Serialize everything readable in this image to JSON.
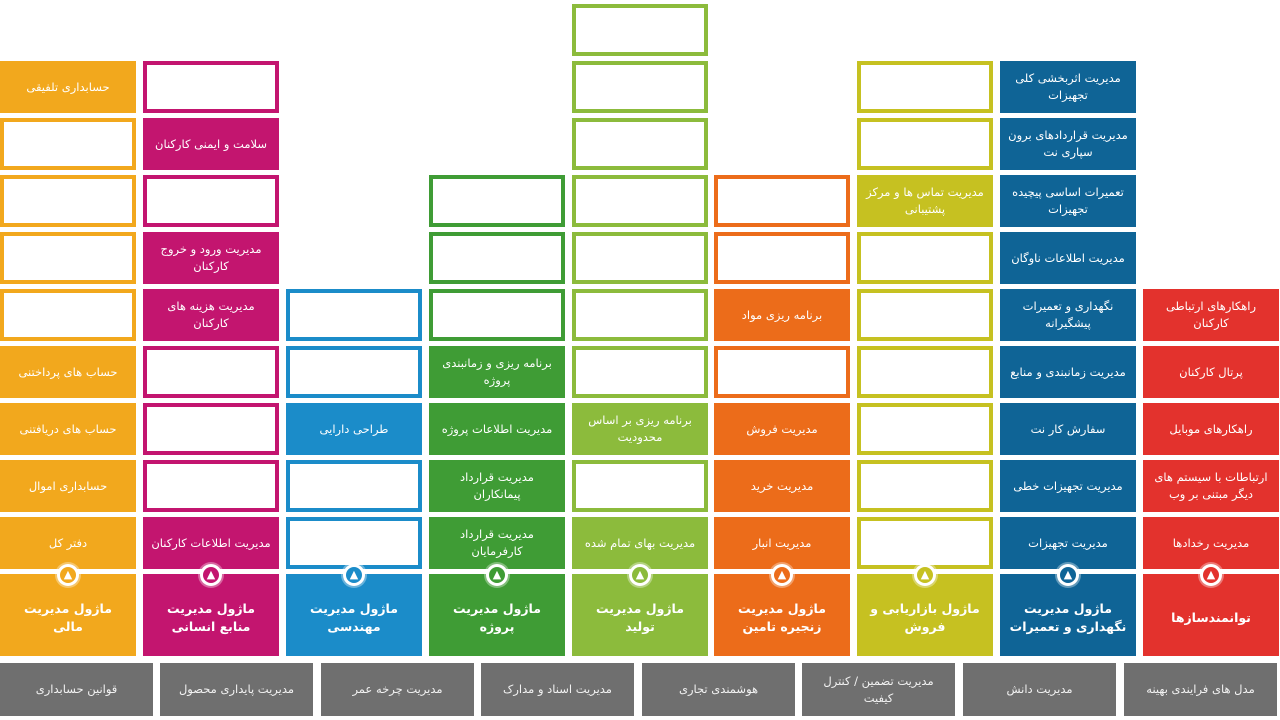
{
  "columns": [
    {
      "key": "finance",
      "color": "#f2a81d",
      "header": "ماژول مدیریت مالی",
      "cells": [
        {
          "text": "حسابداری تلفیقی",
          "filled": true
        },
        {
          "text": "",
          "filled": false
        },
        {
          "text": "",
          "filled": false
        },
        {
          "text": "",
          "filled": false
        },
        {
          "text": "",
          "filled": false
        },
        {
          "text": "حساب های پرداختنی",
          "filled": true
        },
        {
          "text": "حساب های دریافتنی",
          "filled": true
        },
        {
          "text": "حسابداری اموال",
          "filled": true
        },
        {
          "text": "دفتر کل",
          "filled": true
        }
      ]
    },
    {
      "key": "hr",
      "color": "#c3156f",
      "header": "ماژول مدیریت منابع انسانی",
      "cells": [
        {
          "text": "",
          "filled": false
        },
        {
          "text": "سلامت و ایمنی کارکنان",
          "filled": true
        },
        {
          "text": "",
          "filled": false
        },
        {
          "text": "مدیریت ورود و خروج کارکنان",
          "filled": true
        },
        {
          "text": "مدیریت هزینه های کارکنان",
          "filled": true
        },
        {
          "text": "",
          "filled": false
        },
        {
          "text": "",
          "filled": false
        },
        {
          "text": "",
          "filled": false
        },
        {
          "text": "مدیریت اطلاعات کارکنان",
          "filled": true
        }
      ]
    },
    {
      "key": "engineering",
      "color": "#1b8cc9",
      "header": "ماژول مدیریت مهندسی",
      "cells": [
        {
          "text": "",
          "filled": false
        },
        {
          "text": "",
          "filled": false
        },
        {
          "text": "طراحی دارایی",
          "filled": true
        },
        {
          "text": "",
          "filled": false
        },
        {
          "text": "",
          "filled": false
        }
      ]
    },
    {
      "key": "project",
      "color": "#3f9c35",
      "header": "ماژول مدیریت پروژه",
      "cells": [
        {
          "text": "",
          "filled": false
        },
        {
          "text": "",
          "filled": false
        },
        {
          "text": "",
          "filled": false
        },
        {
          "text": "برنامه ریزی و زمانبندی پروژه",
          "filled": true
        },
        {
          "text": "مدیریت اطلاعات پروژه",
          "filled": true
        },
        {
          "text": "مدیریت قرارداد پیمانکاران",
          "filled": true
        },
        {
          "text": "مدیریت قرارداد کارفرمایان",
          "filled": true
        }
      ]
    },
    {
      "key": "production",
      "color": "#8cbb3c",
      "header": "ماژول مدیریت تولید",
      "cells": [
        {
          "text": "",
          "filled": false
        },
        {
          "text": "",
          "filled": false
        },
        {
          "text": "",
          "filled": false
        },
        {
          "text": "",
          "filled": false
        },
        {
          "text": "",
          "filled": false
        },
        {
          "text": "",
          "filled": false
        },
        {
          "text": "",
          "filled": false
        },
        {
          "text": "برنامه ریزی بر اساس محدودیت",
          "filled": true
        },
        {
          "text": "",
          "filled": false
        },
        {
          "text": "مدیریت بهای تمام شده",
          "filled": true
        }
      ]
    },
    {
      "key": "supply",
      "color": "#ec6c1a",
      "header": "ماژول مدیریت زنجیره تامین",
      "cells": [
        {
          "text": "",
          "filled": false
        },
        {
          "text": "",
          "filled": false
        },
        {
          "text": "برنامه ریزی مواد",
          "filled": true
        },
        {
          "text": "",
          "filled": false
        },
        {
          "text": "مدیریت فروش",
          "filled": true
        },
        {
          "text": "مدیریت خرید",
          "filled": true
        },
        {
          "text": "مدیریت انبار",
          "filled": true
        }
      ]
    },
    {
      "key": "marketing",
      "color": "#c6c121",
      "header": "ماژول بازاریابی و فروش",
      "cells": [
        {
          "text": "",
          "filled": false
        },
        {
          "text": "",
          "filled": false
        },
        {
          "text": "مدیریت تماس ها و مرکز پشتیبانی",
          "filled": true
        },
        {
          "text": "",
          "filled": false
        },
        {
          "text": "",
          "filled": false
        },
        {
          "text": "",
          "filled": false
        },
        {
          "text": "",
          "filled": false
        },
        {
          "text": "",
          "filled": false
        },
        {
          "text": "",
          "filled": false
        }
      ]
    },
    {
      "key": "maintenance",
      "color": "#0f6496",
      "header": "ماژول مدیریت نگهداری و تعمیرات",
      "cells": [
        {
          "text": "مدیریت اثربخشی کلی تجهیزات",
          "filled": true
        },
        {
          "text": "مدیریت قراردادهای برون سپاری نت",
          "filled": true
        },
        {
          "text": "تعمیرات اساسی پیچیده تجهیزات",
          "filled": true
        },
        {
          "text": "مدیریت اطلاعات ناوگان",
          "filled": true
        },
        {
          "text": "نگهداری و تعمیرات پیشگیرانه",
          "filled": true
        },
        {
          "text": "مدیریت زمانبندی و منابع",
          "filled": true
        },
        {
          "text": "سفارش کار نت",
          "filled": true
        },
        {
          "text": "مدیریت تجهیزات خطی",
          "filled": true
        },
        {
          "text": "مدیریت تجهیزات",
          "filled": true
        }
      ]
    },
    {
      "key": "enablers",
      "color": "#e3322d",
      "header": "توانمندسازها",
      "cells": [
        {
          "text": "راهکارهای ارتباطی کارکنان",
          "filled": true
        },
        {
          "text": "پرتال کارکنان",
          "filled": true
        },
        {
          "text": "راهکارهای موبایل",
          "filled": true
        },
        {
          "text": "ارتباطات با سیستم های دیگر مبتنی بر وب",
          "filled": true
        },
        {
          "text": "مدیریت رخدادها",
          "filled": true
        }
      ]
    }
  ],
  "footer": [
    "قوانین حسابداری",
    "مدیریت پایداری محصول",
    "مدیریت چرخه عمر",
    "مدیریت اسناد و مدارک",
    "هوشمندی تجاری",
    "مدیریت تضمین / کنترل کیفیت",
    "مدیریت دانش",
    "مدل های فرایندی بهینه"
  ],
  "icons": {
    "arrow": "arrow-up-icon"
  }
}
